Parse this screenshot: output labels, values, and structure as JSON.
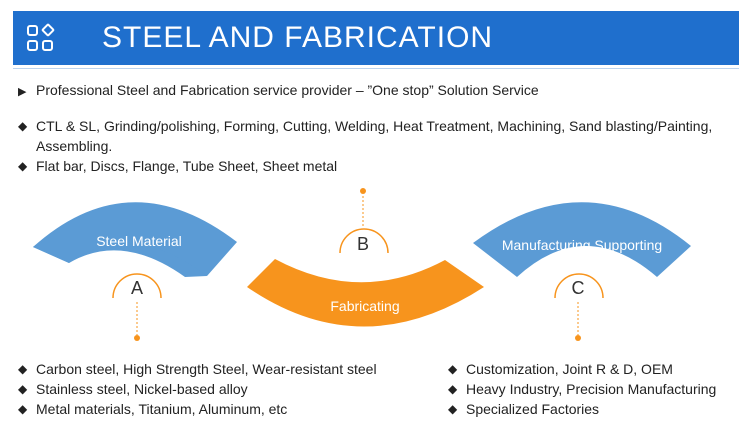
{
  "header": {
    "title": "STEEL AND FABRICATION",
    "icon": "grid-diamond-icon",
    "color": "#1f6fcd"
  },
  "intro": {
    "marker": "▶",
    "text": "Professional Steel and Fabrication service provider – ”One stop” Solution Service"
  },
  "services": [
    "CTL & SL, Grinding/polishing, Forming, Cutting, Welding, Heat Treatment, Machining, Sand blasting/Painting, Assembling.",
    "Flat bar, Discs, Flange, Tube Sheet, Sheet metal"
  ],
  "diagram": {
    "steel_material": {
      "label": "Steel Material",
      "letter": "A",
      "color": "#5b9bd5"
    },
    "fabricating": {
      "label": "Fabricating",
      "letter": "B",
      "color": "#f7941d"
    },
    "manufacturing": {
      "label": "Manufacturing Supporting",
      "letter": "C",
      "color": "#5b9bd5"
    },
    "connector_color": "#f7941d"
  },
  "steel_list": [
    "Carbon steel, High Strength Steel, Wear-resistant steel",
    "Stainless steel, Nickel-based alloy",
    "Metal materials, Titanium, Aluminum, etc"
  ],
  "manufacturing_list": [
    "Customization, Joint R & D, OEM",
    "Heavy Industry, Precision Manufacturing",
    "Specialized Factories"
  ],
  "bullet_marker": "◆"
}
